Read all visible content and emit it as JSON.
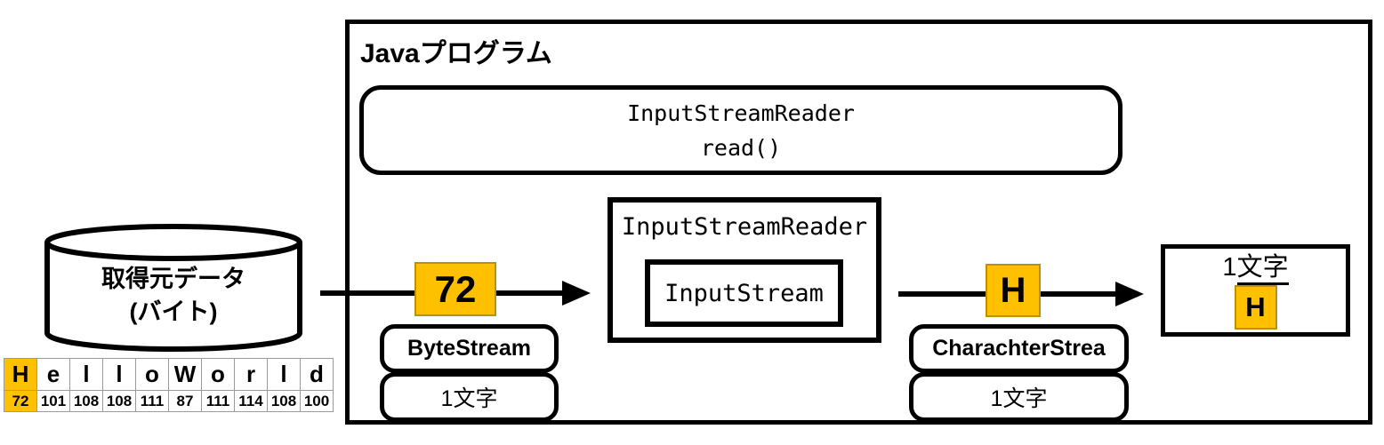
{
  "java_box": {
    "title": "Javaプログラム"
  },
  "top_reader_box": {
    "class_name": "InputStreamReader",
    "method_name": "read()"
  },
  "source_cylinder": {
    "title": "取得元データ",
    "subtitle": "(バイト)"
  },
  "bytes_table": {
    "letters": [
      "H",
      "e",
      "l",
      "l",
      "o",
      "W",
      "o",
      "r",
      "l",
      "d"
    ],
    "codes": [
      "72",
      "101",
      "108",
      "108",
      "111",
      "87",
      "111",
      "114",
      "108",
      "100"
    ]
  },
  "byte_stage": {
    "value": "72",
    "stream_label": "ByteStream",
    "unit_label": "1文字"
  },
  "reader_box": {
    "title": "InputStreamReader",
    "inner_label": "InputStream"
  },
  "char_stage": {
    "value": "H",
    "stream_label": "CharachterStrea",
    "unit_label": "1文字"
  },
  "result_box": {
    "label_prefix": "1",
    "label_underlined": "文字",
    "value": "H"
  },
  "colors": {
    "accent_orange": "#FFC000",
    "accent_orange_border": "#BF9000"
  }
}
